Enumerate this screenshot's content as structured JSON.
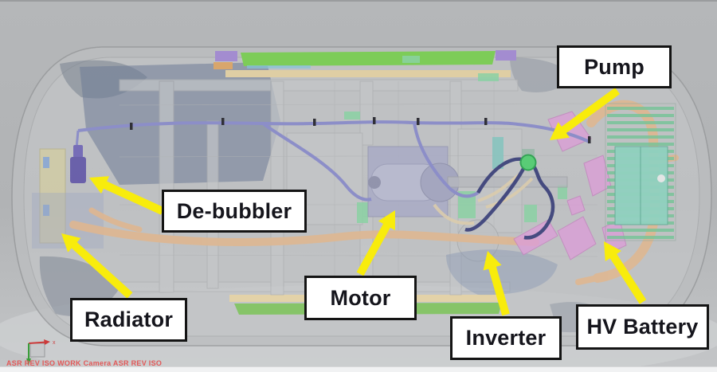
{
  "callouts": {
    "pump": "Pump",
    "debubbler": "De-bubbler",
    "motor": "Motor",
    "radiator": "Radiator",
    "inverter": "Inverter",
    "hv_battery": "HV Battery"
  },
  "viewport": {
    "status_text": "ASR REV ISO WORK Camera ASR REV ISO",
    "triad_x_label": "x"
  },
  "colors": {
    "arrow_yellow": "#f8ec0c",
    "label_border": "#141414",
    "label_background": "#ffffff",
    "status_text_red": "#e25858",
    "pump_green": "#46d268",
    "battery_teal": "#8ad8c2",
    "pipe_orange": "#e6b88c",
    "harness_purple": "#8486cc",
    "sill_green": "#72d244",
    "pink_parts": "#e49ade"
  }
}
